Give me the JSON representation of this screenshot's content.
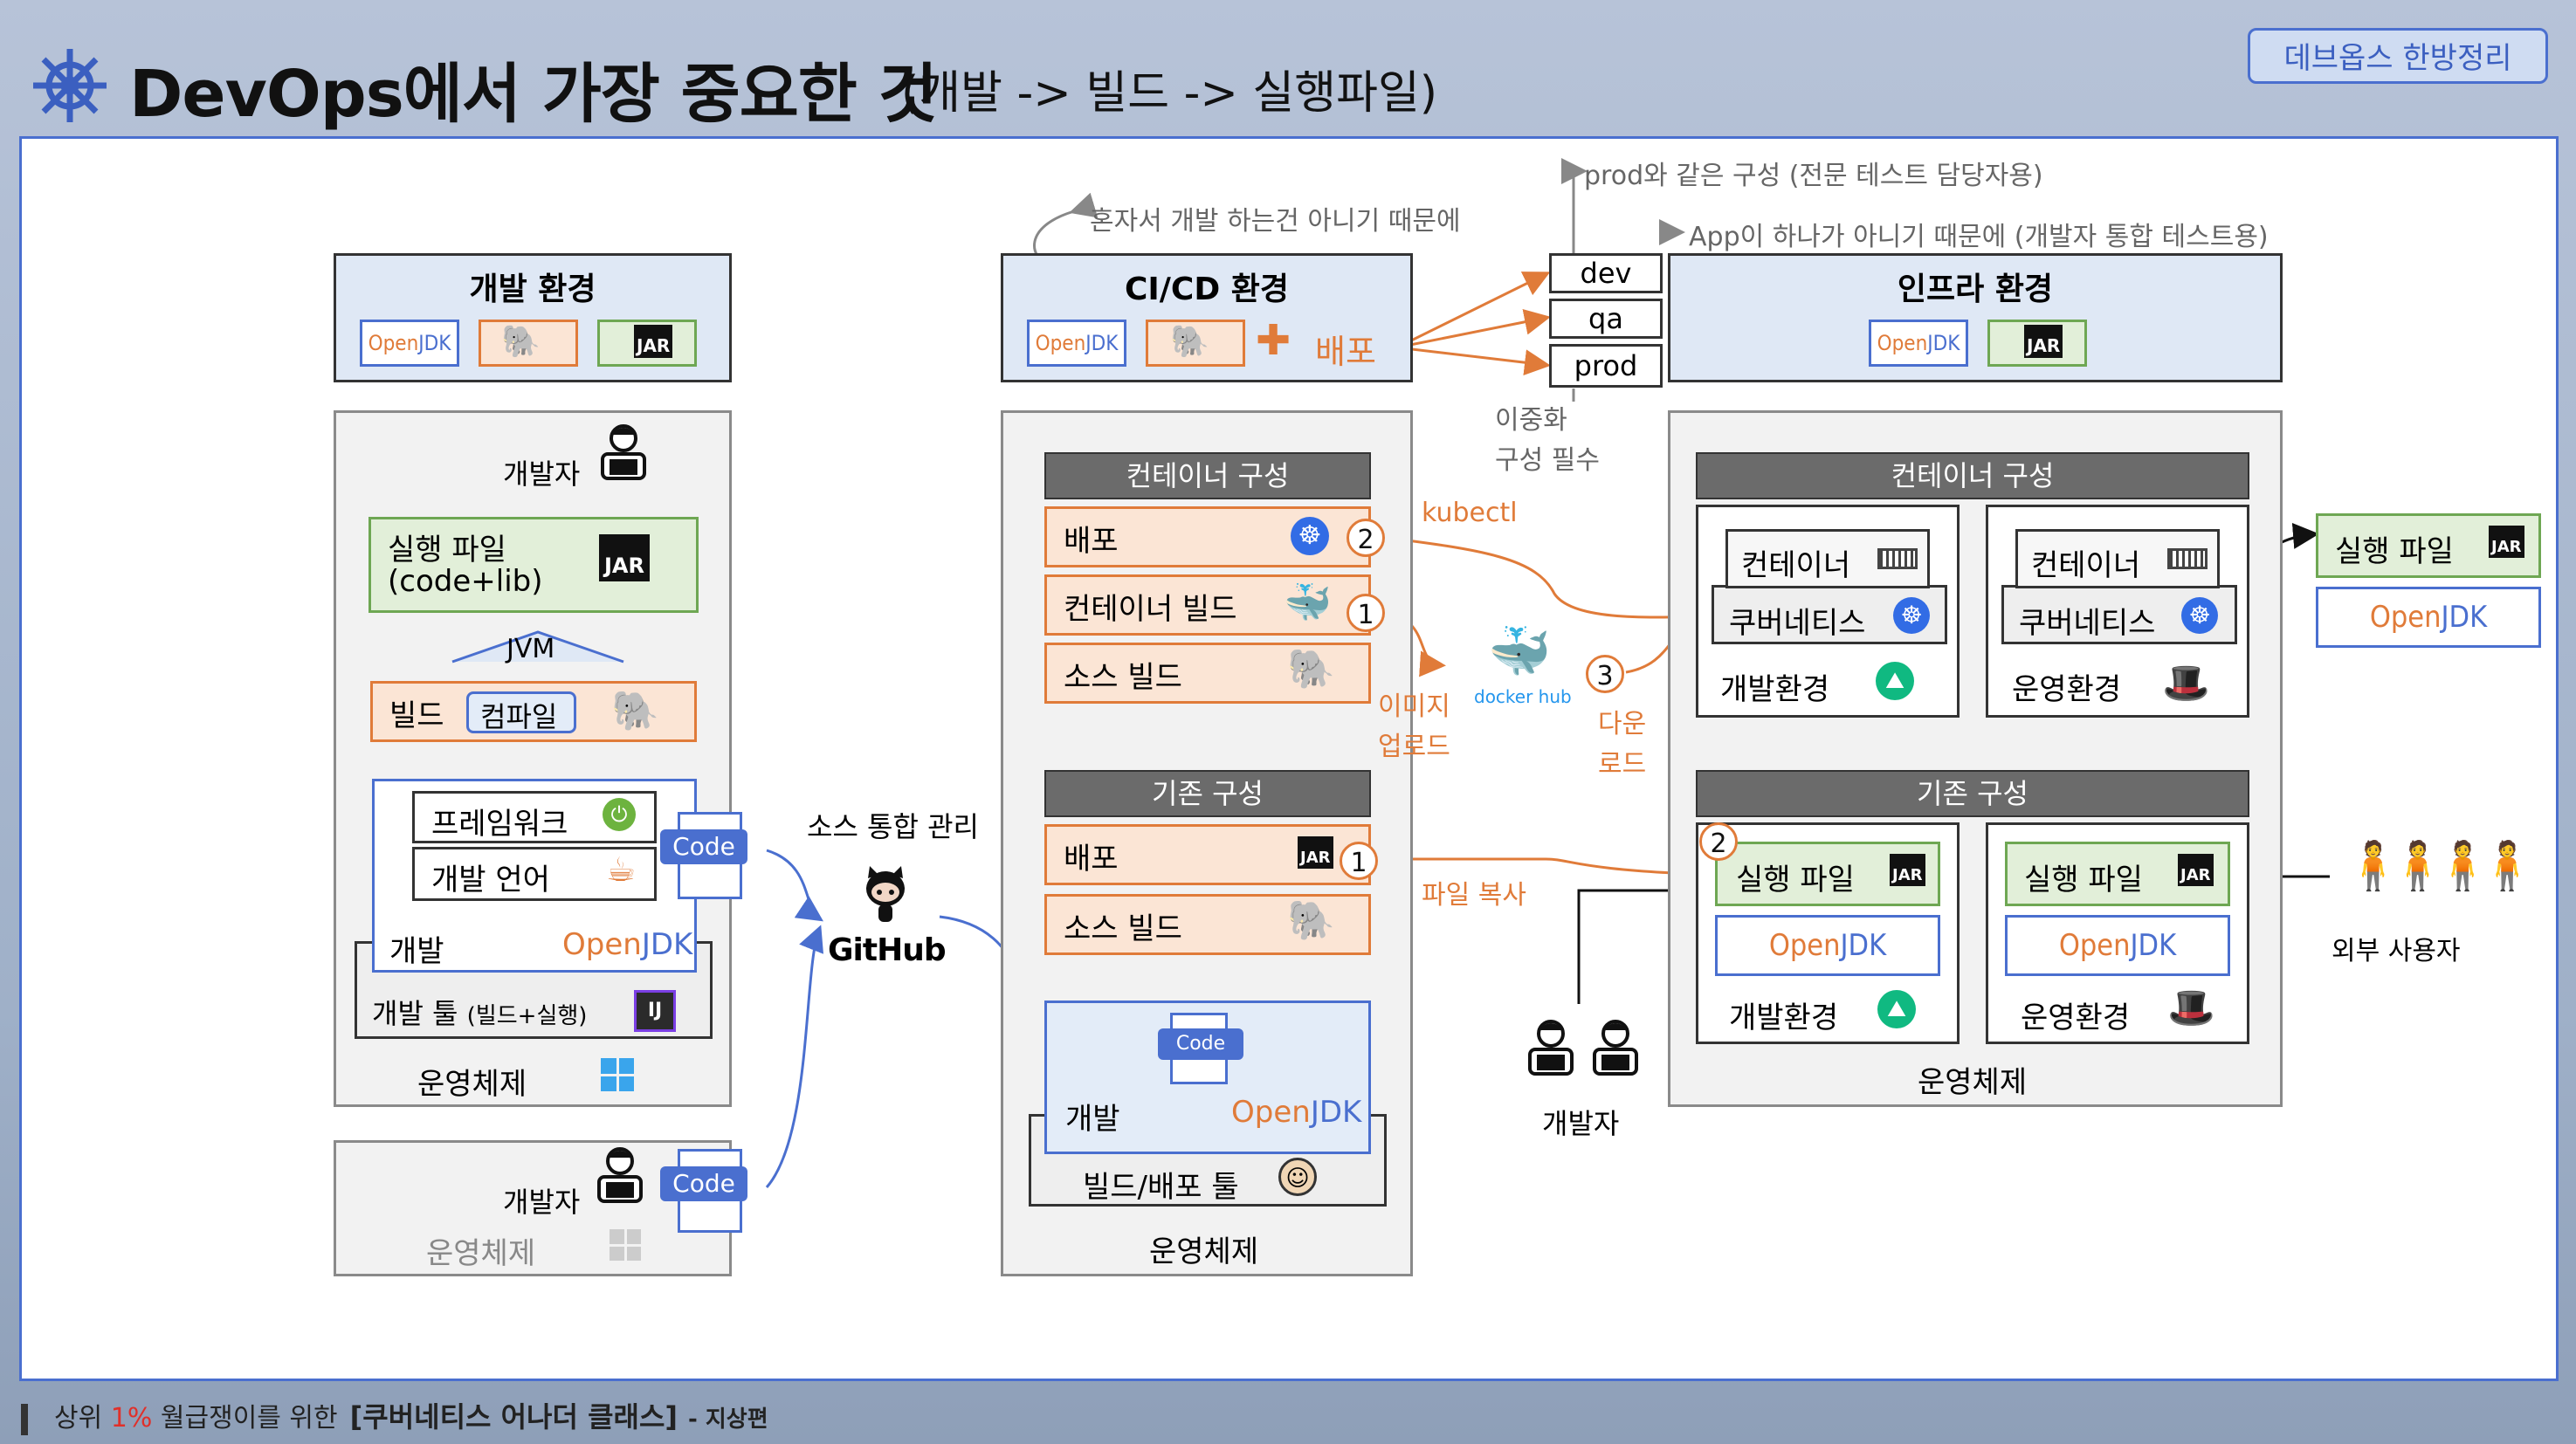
{
  "header": {
    "title": "DevOps에서 가장 중요한 것",
    "subtitle": "(개발 -> 빌드 -> 실행파일)",
    "series_badge": "데브옵스 한방정리"
  },
  "footer": {
    "prefix": "상위",
    "percent": "1%",
    "middle": "월급쟁이를 위한",
    "book": "[쿠버네티스 어나더 클래스]",
    "edition": "- 지상편"
  },
  "dev_env": {
    "title": "개발 환경",
    "developer_label": "개발자",
    "exec_file_line1": "실행 파일",
    "exec_file_line2": "(code+lib)",
    "jvm": "JVM",
    "build": "빌드",
    "compile": "컴파일",
    "framework": "프레임워크",
    "dev_language": "개발 언어",
    "dev_label": "개발",
    "dev_tool": "개발 툴",
    "dev_tool_sub": "(빌드+실행)",
    "os": "운영체제",
    "code_chip": "Code",
    "openjdk": "OpenJDK"
  },
  "dev_env2": {
    "developer_label": "개발자",
    "os": "운영체제",
    "code_chip": "Code"
  },
  "github": {
    "label": "소스 통합 관리",
    "logo_text": "GitHub"
  },
  "cicd": {
    "title": "CI/CD 환경",
    "deploy_word": "배포",
    "note_top": "혼자서 개발 하는건 아니기 때문에",
    "container_header": "컨테이너 구성",
    "deploy": "배포",
    "container_build": "컨테이너 빌드",
    "source_build": "소스 빌드",
    "legacy_header": "기존 구성",
    "legacy_deploy": "배포",
    "legacy_source_build": "소스 빌드",
    "dev_label": "개발",
    "code_chip": "Code",
    "tool": "빌드/배포 툴",
    "os": "운영체제",
    "openjdk": "OpenJDK"
  },
  "stages": {
    "dev": "dev",
    "qa": "qa",
    "prod": "prod",
    "note_prod": "prod와 같은 구성 (전문 테스트 담당자용)",
    "note_app": "App이 하나가 아니기 때문에 (개발자 통합 테스트용)",
    "redundancy_line1": "이중화",
    "redundancy_line2": "구성 필수"
  },
  "arrows": {
    "kubectl": "kubectl",
    "image_upload_line1": "이미지",
    "image_upload_line2": "업로드",
    "download_line1": "다운",
    "download_line2": "로드",
    "file_copy": "파일 복사",
    "dockerhub": "docker hub",
    "step1": "1",
    "step2": "2",
    "step3": "3"
  },
  "infra": {
    "title": "인프라 환경",
    "container_header": "컨테이너 구성",
    "container": "컨테이너",
    "kubernetes": "쿠버네티스",
    "dev_env": "개발환경",
    "prod_env": "운영환경",
    "legacy_header": "기존 구성",
    "exec_file": "실행 파일",
    "os": "운영체제",
    "openjdk": "OpenJDK",
    "developer_label": "개발자"
  },
  "outside": {
    "exec_file": "실행 파일",
    "openjdk": "OpenJDK",
    "external_users": "외부 사용자"
  },
  "colors": {
    "accent_blue": "#4a6fcf",
    "accent_orange": "#e07b39",
    "green_border": "#6ea753",
    "header_gray": "#6b6b6b"
  }
}
